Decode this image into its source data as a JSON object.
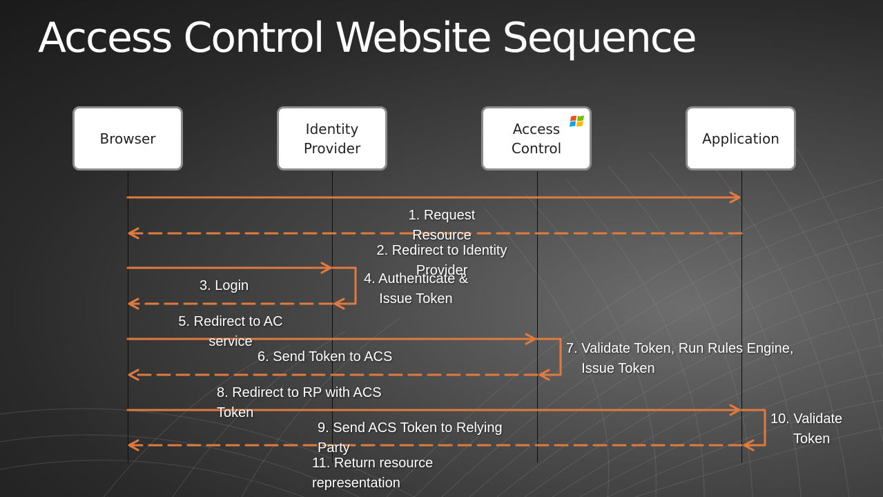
{
  "title": "Access Control Website Sequence",
  "actors": [
    {
      "id": "browser",
      "label": "Browser"
    },
    {
      "id": "idp",
      "label": "Identity\nProvider"
    },
    {
      "id": "ac",
      "label": "Access\nControl"
    },
    {
      "id": "app",
      "label": "Application"
    }
  ],
  "steps": {
    "s1": "1. Request\nResource",
    "s2": "2. Redirect to Identity\nProvider",
    "s3": "3. Login",
    "s4": "4. Authenticate &\n    Issue Token",
    "s5": "5. Redirect to AC\nservice",
    "s6": "6. Send Token to ACS",
    "s7": "7. Validate Token, Run Rules Engine,\n    Issue Token",
    "s8": "8. Redirect to RP with ACS\nToken",
    "s9": "9. Send ACS Token to Relying\nParty",
    "s10": "10. Validate\n      Token",
    "s11": "11. Return resource\nrepresentation"
  },
  "colors": {
    "arrow": "#e07b3f",
    "lifeline": "#0d0d0d",
    "text": "#ffffff"
  },
  "icons": {
    "access_control": "windows-flag-icon"
  }
}
